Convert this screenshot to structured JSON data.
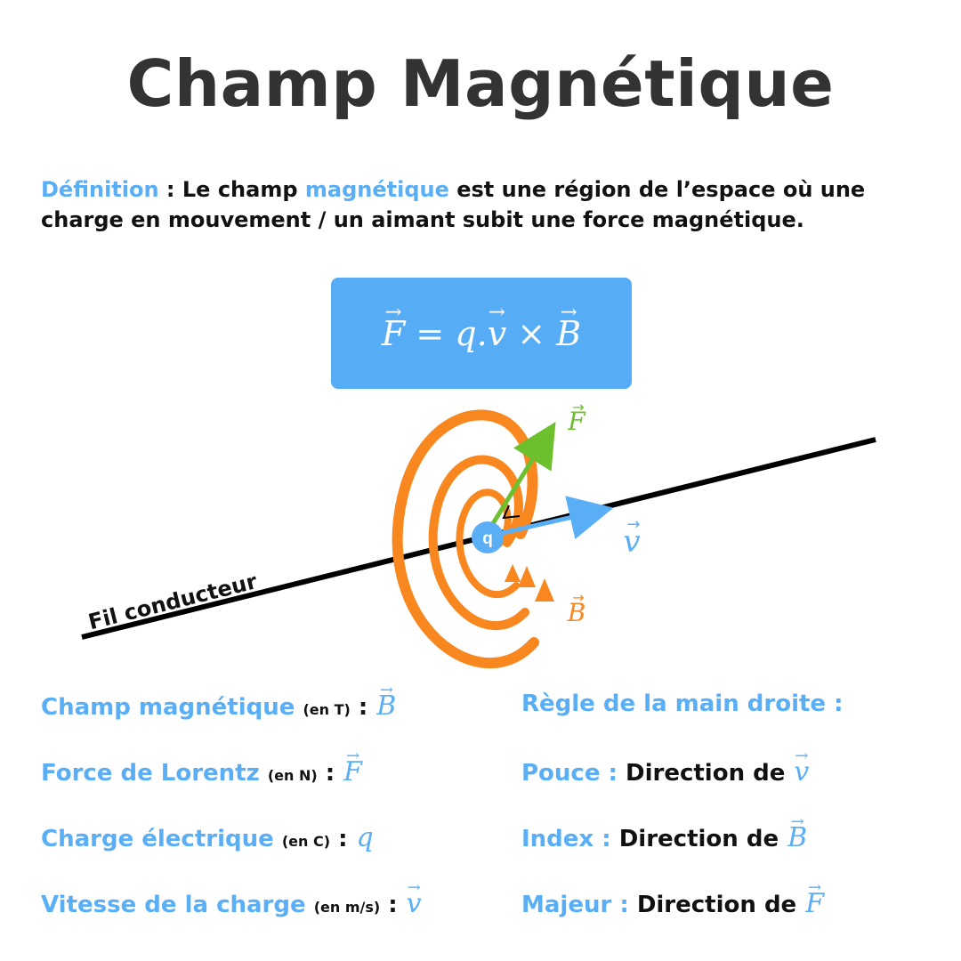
{
  "title": "Champ Magnétique",
  "definition": {
    "label": "Définition",
    "sep": " : ",
    "part1": "Le champ ",
    "highlight": "magnétique",
    "part2": " est une région de l’espace où une charge en mouvement / un aimant subit une force magnétique."
  },
  "formula": {
    "F": "F",
    "eq": " = q.",
    "v": "v",
    "times": " × ",
    "B": "B"
  },
  "diagram": {
    "wire_label": "Fil conducteur",
    "charge_label": "q",
    "force_label": "F",
    "velocity_label": "v",
    "field_label": "B",
    "colors": {
      "field": "#f7871e",
      "force": "#6cc02e",
      "velocity": "#5aaef5",
      "wire": "#000000"
    }
  },
  "quantities": [
    {
      "name": "Champ magnétique",
      "unit": "(en T)",
      "symbol": "B"
    },
    {
      "name": "Force de Lorentz",
      "unit": "(en N)",
      "symbol": "F"
    },
    {
      "name": "Charge électrique",
      "unit": "(en C)",
      "symbol": "q"
    },
    {
      "name": "Vitesse de la charge",
      "unit": "(en m/s)",
      "symbol": "v"
    }
  ],
  "right_hand_rule": {
    "title": "Règle de la main droite :",
    "items": [
      {
        "finger": "Pouce :",
        "text": "Direction de",
        "symbol": "v"
      },
      {
        "finger": "Index :",
        "text": "Direction de",
        "symbol": "B"
      },
      {
        "finger": "Majeur :",
        "text": "Direction de",
        "symbol": "F"
      }
    ]
  }
}
